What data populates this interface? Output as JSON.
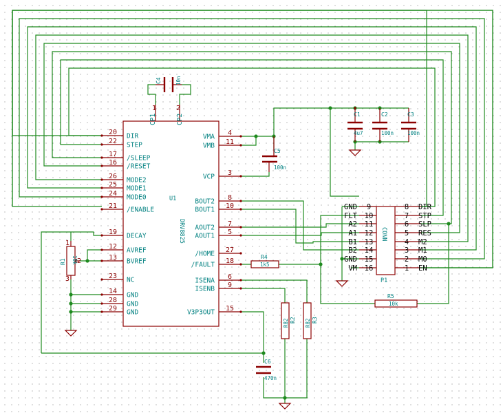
{
  "u1": {
    "ref": "U1",
    "value": "DRV8825",
    "top": [
      {
        "num": "1",
        "label": "CP1"
      },
      {
        "num": "2",
        "label": "CP2"
      }
    ],
    "left": [
      {
        "num": "20",
        "label": "DIR"
      },
      {
        "num": "22",
        "label": "STEP"
      },
      {
        "num": "17",
        "label": "/SLEEP"
      },
      {
        "num": "16",
        "label": "/RESET"
      },
      {
        "num": "26",
        "label": "MODE2"
      },
      {
        "num": "25",
        "label": "MODE1"
      },
      {
        "num": "24",
        "label": "MODE0"
      },
      {
        "num": "21",
        "label": "/ENABLE"
      },
      {
        "num": "19",
        "label": "DECAY"
      },
      {
        "num": "12",
        "label": "AVREF"
      },
      {
        "num": "13",
        "label": "BVREF"
      },
      {
        "num": "23",
        "label": "NC"
      },
      {
        "num": "14",
        "label": "GND"
      },
      {
        "num": "28",
        "label": "GND"
      },
      {
        "num": "29",
        "label": "GND"
      }
    ],
    "right": [
      {
        "num": "4",
        "label": "VMA"
      },
      {
        "num": "11",
        "label": "VMB"
      },
      {
        "num": "3",
        "label": "VCP"
      },
      {
        "num": "8",
        "label": "BOUT2"
      },
      {
        "num": "10",
        "label": "BOUT1"
      },
      {
        "num": "7",
        "label": "AOUT2"
      },
      {
        "num": "5",
        "label": "AOUT1"
      },
      {
        "num": "27",
        "label": "/HOME"
      },
      {
        "num": "18",
        "label": "/FAULT"
      },
      {
        "num": "6",
        "label": "ISENA"
      },
      {
        "num": "9",
        "label": "ISENB"
      },
      {
        "num": "15",
        "label": "V3P3OUT"
      }
    ]
  },
  "p1": {
    "ref": "P1",
    "value": "CONN",
    "left": [
      {
        "label": "GND",
        "num": "9"
      },
      {
        "label": "FLT",
        "num": "10"
      },
      {
        "label": "A2",
        "num": "11"
      },
      {
        "label": "A1",
        "num": "12"
      },
      {
        "label": "B1",
        "num": "13"
      },
      {
        "label": "B2",
        "num": "14"
      },
      {
        "label": "GND",
        "num": "15"
      },
      {
        "label": "VM",
        "num": "16"
      }
    ],
    "right": [
      {
        "num": "8",
        "label": "DIR"
      },
      {
        "num": "7",
        "label": "STP"
      },
      {
        "num": "6",
        "label": "SLP"
      },
      {
        "num": "5",
        "label": "RES"
      },
      {
        "num": "4",
        "label": "M2"
      },
      {
        "num": "3",
        "label": "M1"
      },
      {
        "num": "2",
        "label": "M0"
      },
      {
        "num": "1",
        "label": "EN"
      }
    ]
  },
  "parts": {
    "c1": {
      "ref": "C1",
      "value": "4u7"
    },
    "c2": {
      "ref": "C2",
      "value": "100n"
    },
    "c3": {
      "ref": "C3",
      "value": "100n"
    },
    "c4": {
      "ref": "C4",
      "value": "10n"
    },
    "c5": {
      "ref": "C5",
      "value": "100n"
    },
    "c6": {
      "ref": "C6",
      "value": "470n"
    },
    "r1": {
      "ref": "R1",
      "value": "10k",
      "pins": [
        "1",
        "2",
        "3"
      ]
    },
    "r2": {
      "ref": "R2",
      "value": "R82"
    },
    "r3": {
      "ref": "R3",
      "value": "R82"
    },
    "r4": {
      "ref": "R4",
      "value": "1k5"
    },
    "r5": {
      "ref": "R5",
      "value": "10k"
    }
  }
}
